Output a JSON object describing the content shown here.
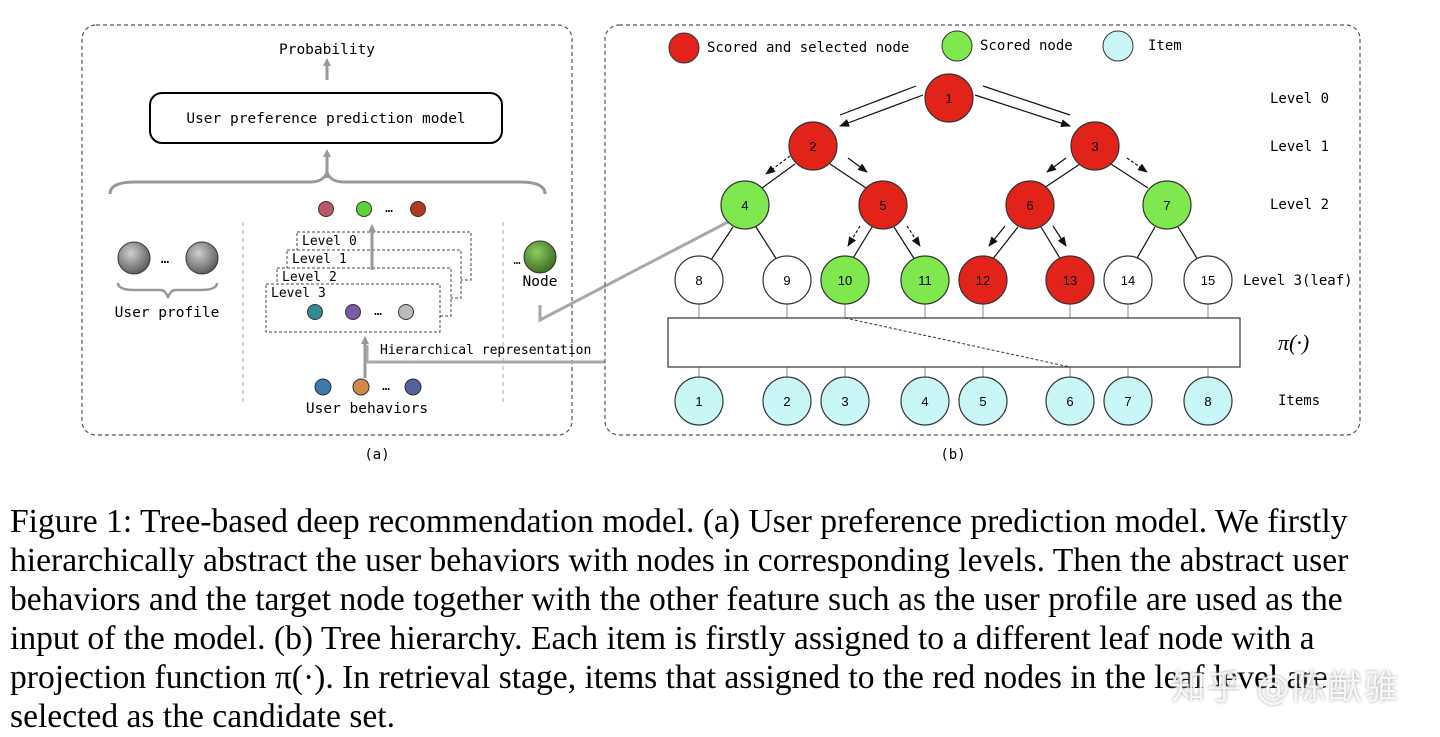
{
  "panel_a": {
    "probability_label": "Probability",
    "model_label": "User preference prediction model",
    "user_profile_label": "User profile",
    "node_label": "Node",
    "user_behaviors_label": "User behaviors",
    "hier_label": "Hierarchical representation",
    "level_cards": [
      "Level 0",
      "Level 1",
      "Level 2",
      "Level 3"
    ],
    "ellipsis": "…",
    "caption_label": "(a)"
  },
  "panel_b": {
    "legend": {
      "scored_selected": "Scored and selected node",
      "scored": "Scored node",
      "item": "Item"
    },
    "level_labels": [
      "Level 0",
      "Level 1",
      "Level 2",
      "Level 3(leaf)"
    ],
    "pi_label": "π(·)",
    "items_label": "Items",
    "tree_nodes": [
      "1",
      "2",
      "3",
      "4",
      "5",
      "6",
      "7",
      "8",
      "9",
      "10",
      "11",
      "12",
      "13",
      "14",
      "15"
    ],
    "item_nodes": [
      "1",
      "2",
      "3",
      "4",
      "5",
      "6",
      "7",
      "8"
    ],
    "caption_label": "(b)"
  },
  "colors": {
    "red": "#e2231a",
    "green": "#7ee84e",
    "cyan": "#c9f6f7",
    "white": "#ffffff"
  },
  "caption": {
    "lines": [
      "Figure 1: Tree-based deep recommendation model. (a) User preference prediction model. We firstly",
      "hierarchically abstract the user behaviors with nodes in corresponding levels. Then the abstract user",
      "behaviors and the target node together with the other feature such as the user profile are used as the",
      "input of the model. (b) Tree hierarchy. Each item is firstly assigned to a different leaf node with a",
      "projection function π(·). In retrieval stage, items that assigned to the red nodes in the leaf level are",
      "selected as the candidate set."
    ]
  },
  "watermark": "知乎 @陈猷骓"
}
